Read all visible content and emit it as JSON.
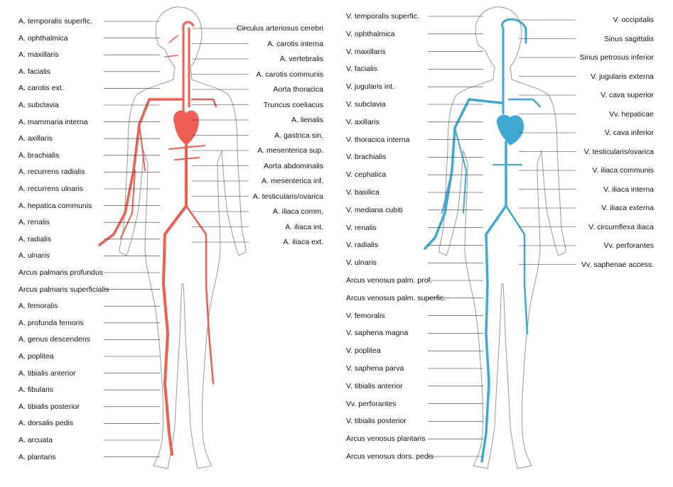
{
  "colors": {
    "artery": "#ef5e52",
    "vein": "#3fa9d4",
    "outline": "#9a9a9a",
    "leader": "#333333"
  },
  "arteries": {
    "left_labels": [
      "A. temporalis superfic.",
      "A. ophthalmica",
      "A. maxillaris",
      "A. facialis",
      "A. carotis ext.",
      "A. subclavia",
      "A. mammaria interna",
      "A. axillaris",
      "A. brachialis",
      "A. recurrens radialis",
      "A. recurrens ulnaris",
      "A. hepatica communis",
      "A. renalis",
      "A. radialis",
      "A. ulnaris",
      "Arcus palmaris\nprofundus",
      "Arcus palmaris\nsuperficialis",
      "A. femoralis",
      "A. profunda femoris",
      "A. genus descendens",
      "A. poplitea",
      "A. tibialis anterior",
      "A. fibularis",
      "A. tibialis posterior",
      "A. dorsalis pedis",
      "A. arcuata",
      "A. plantaris"
    ],
    "right_labels": [
      "Circulus arteriosus\ncerebri",
      "A. carotis interna",
      "A. vertebralis",
      "A. carotis\ncommunis",
      "Aorta thoracica",
      "Truncus coeliacus",
      "A. lienalis",
      "A. gastrica sin.",
      "A. mesenterica sup.",
      "Aorta abdominalis",
      "A. mesenterica inf.",
      "A. testicularis/ovarica",
      "A. iliaca comm.",
      "A. iliaca int.",
      "A. iliaca ext."
    ]
  },
  "veins": {
    "left_labels": [
      "V. temporalis superfic.",
      "V. ophthalmica",
      "V. maxillaris",
      "V. facialis",
      "V. jugularis int.",
      "V. subclavia",
      "V. axillaris",
      "V. thoracica interna",
      "V. brachialis",
      "V. cephalica",
      "V. basilica",
      "V. mediana cubiti",
      "V. renalis",
      "V. radialis",
      "V. ulnaris",
      "Arcus venosus\npalm. prof.",
      "Arcus venosus\npalm. superfic.",
      "V. femoralis",
      "V. saphena magna",
      "V. poplitea",
      "V. saphena parva",
      "V. tibialis anterior",
      "Vv. perforantes",
      "V. tibialis posterior",
      "Arcus venosus plantaris",
      "Arcus venosus dors. pedis"
    ],
    "right_labels": [
      "V. occipitalis",
      "Sinus sagittalis",
      "Sinus petrosus inferior",
      "V. jugularis externa",
      "V. cava superior",
      "Vv. hepaticae",
      "V. cava inferior",
      "V. testicularis/ovarica",
      "V. iliaca communis",
      "V. iliaca interna",
      "V. iliaca externa",
      "V. circumflexa iliaca",
      "Vv. perforantes",
      "Vv. saphenae access."
    ]
  }
}
